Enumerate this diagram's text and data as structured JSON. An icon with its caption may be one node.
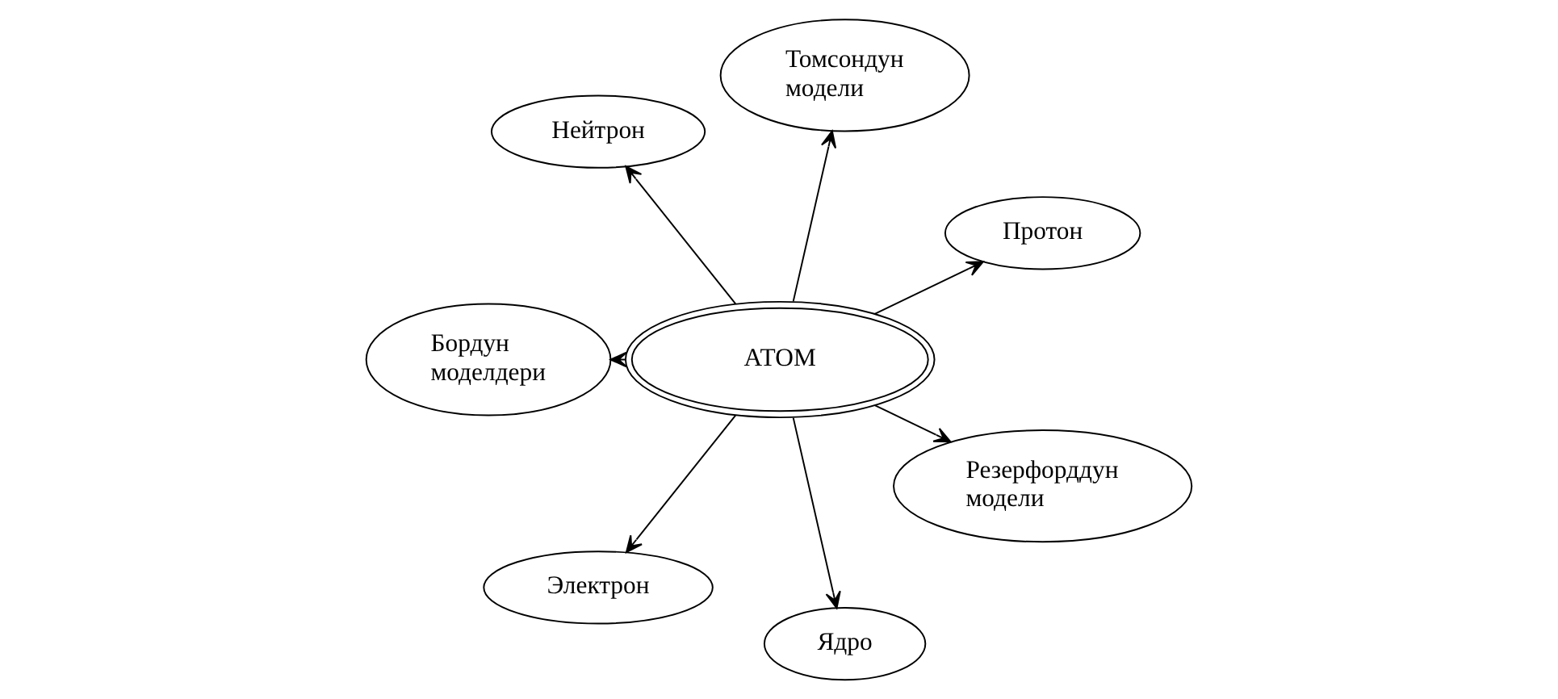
{
  "diagram": {
    "nodes": [
      {
        "text": [
          "Протон"
        ]
      },
      {
        "text": [
          "Томсондун модели"
        ]
      },
      {
        "text": [
          "Нейтрон"
        ]
      },
      {
        "text": [
          "АТОМ"
        ]
      },
      {
        "text": [
          "Бордун моделдери"
        ]
      },
      {
        "text": [
          "Электрон"
        ]
      },
      {
        "text": [
          "Ядро"
        ]
      },
      {
        "text": [
          "Резерфорддун модели"
        ]
      }
    ],
    "edges": [
      {
        "from": 3,
        "to": 0,
        "arrow": "to"
      },
      {
        "from": 3,
        "to": 1,
        "arrow": "to"
      },
      {
        "from": 3,
        "to": 2,
        "arrow": "to"
      },
      {
        "from": 3,
        "to": 4,
        "arrow": "to"
      },
      {
        "from": 3,
        "to": 5,
        "arrow": "to"
      },
      {
        "from": 3,
        "to": 6,
        "arrow": "to"
      },
      {
        "from": 3,
        "to": 7,
        "arrow": "to"
      }
    ]
  }
}
